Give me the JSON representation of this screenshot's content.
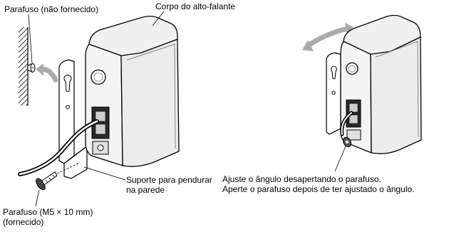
{
  "labels": {
    "screw_not_supplied": "Parafuso (não fornecido)",
    "speaker_body": "Corpo do alto-falante",
    "bracket_line1": "Suporte para pendurar",
    "bracket_line2": "na parede",
    "screw_supplied_line1": "Parafuso (M5 × 10 mm)",
    "screw_supplied_line2": "(fornecido)",
    "adjust_line1": "Ajuste o ângulo desapertando o parafuso.",
    "adjust_line2": "Aperte o parafuso depois de ter ajustado o ângulo."
  }
}
